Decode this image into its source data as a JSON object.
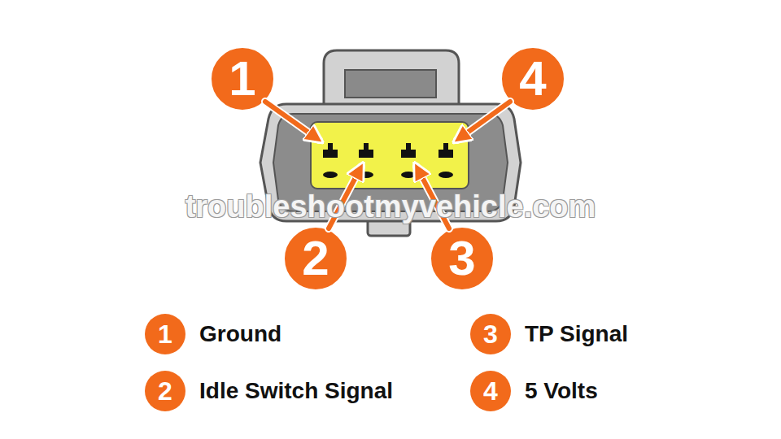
{
  "diagram": {
    "labels": [
      "1",
      "4",
      "2",
      "3",
      "troubleshootmyvehicle.com",
      "1",
      "Ground",
      "2",
      "Idle Switch Signal",
      "3",
      "TP Signal",
      "4",
      "5 Volts"
    ]
  }
}
